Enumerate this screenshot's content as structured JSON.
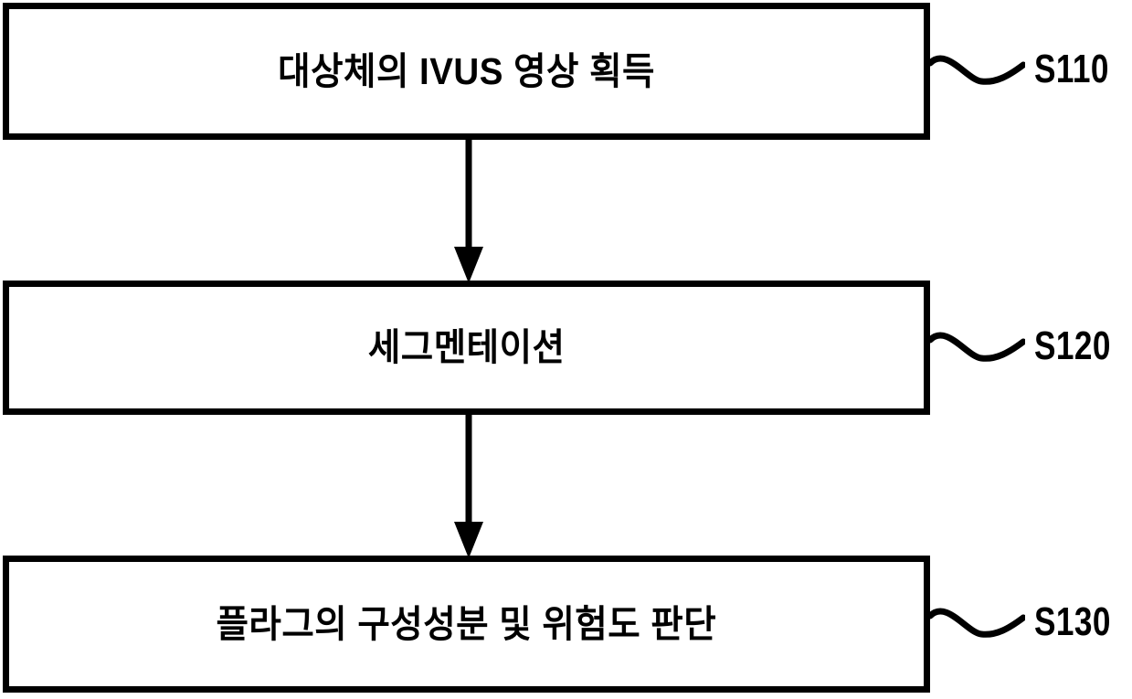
{
  "diagram": {
    "type": "flowchart",
    "orientation": "vertical",
    "background_color": "#ffffff",
    "line_color": "#000000",
    "steps": [
      {
        "id": "S110",
        "label": "대상체의 IVUS 영상 획득",
        "reference_numeral": "S110"
      },
      {
        "id": "S120",
        "label": "세그멘테이션",
        "reference_numeral": "S120"
      },
      {
        "id": "S130",
        "label": "플라그의 구성성분 및 위험도 판단",
        "reference_numeral": "S130"
      }
    ],
    "connectors": [
      {
        "from": "S110",
        "to": "S120",
        "style": "arrow-down"
      },
      {
        "from": "S120",
        "to": "S130",
        "style": "arrow-down"
      }
    ]
  }
}
